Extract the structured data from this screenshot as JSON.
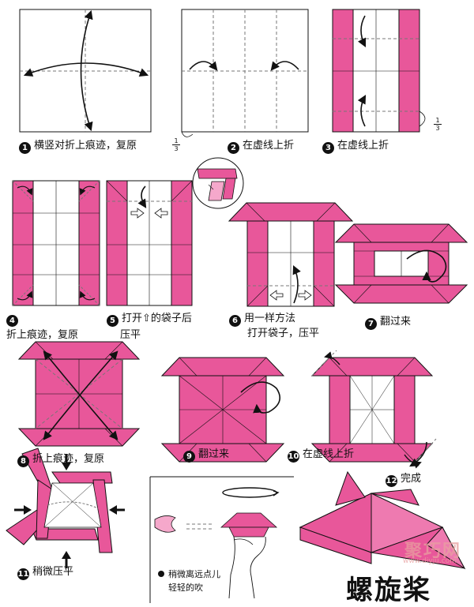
{
  "steps": [
    {
      "num": "1",
      "text": "横竖对折上痕迹，复原"
    },
    {
      "num": "2",
      "text": "在虚线上折"
    },
    {
      "num": "3",
      "text": "在虚线上折"
    },
    {
      "num": "4",
      "text": "折上痕迹，复原"
    },
    {
      "num": "5",
      "text_line1": "打开",
      "text_icon": "⇧",
      "text_line1b": "的袋子后",
      "text_line2": "压平"
    },
    {
      "num": "6",
      "text_line1": "用一样方法",
      "text_line2": "打开袋子，压平"
    },
    {
      "num": "7",
      "text": "翻过来"
    },
    {
      "num": "8",
      "text": "折上痕迹，复原"
    },
    {
      "num": "9",
      "text": "翻过来"
    },
    {
      "num": "10",
      "text": "在虚线上折"
    },
    {
      "num": "11",
      "text": "稍微压平"
    },
    {
      "num": "12",
      "text": "完成"
    }
  ],
  "blow_note": {
    "line1": "稍微离远点儿",
    "line2": "轻轻的吹"
  },
  "fractions": {
    "numerator": "1",
    "denominator": "3"
  },
  "title": "螺旋桨",
  "watermark": {
    "main": "聚巧网",
    "url": "www.diyju.com"
  },
  "colors": {
    "paper_pink": "#e8579a",
    "paper_white": "#ffffff",
    "line": "#111111",
    "dashed": "#777777"
  }
}
